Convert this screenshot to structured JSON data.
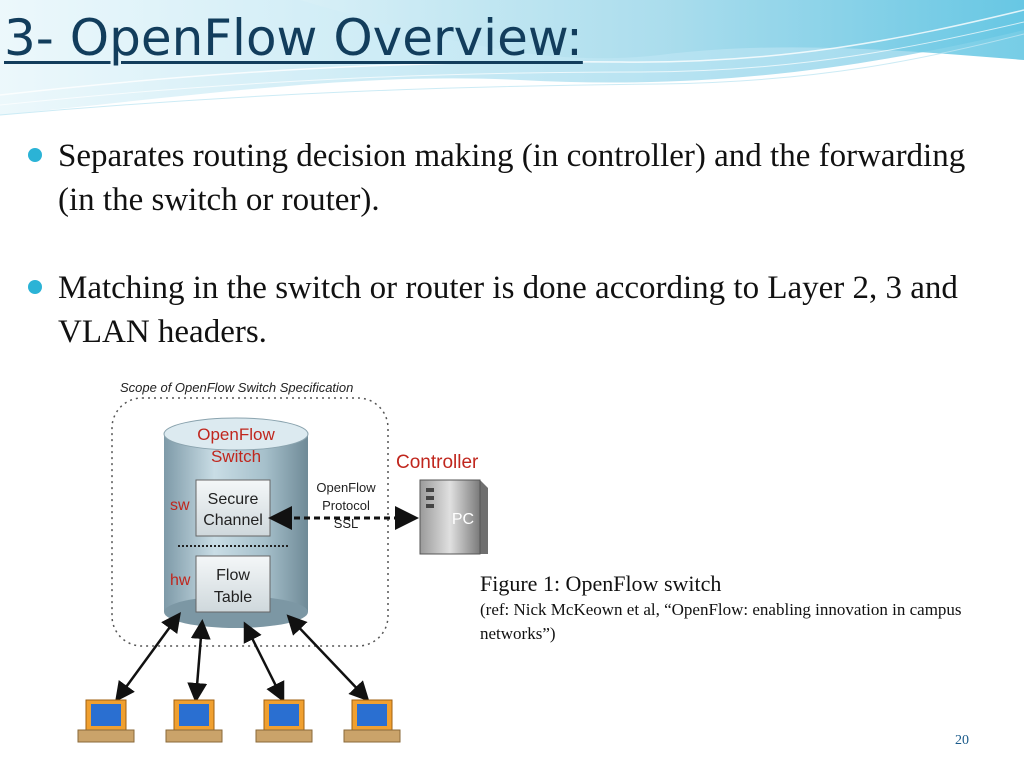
{
  "title": "3- OpenFlow Overview:",
  "bullets": [
    "Separates routing decision making (in controller) and the forwarding (in the switch or router).",
    "Matching in the switch or router is done according to Layer 2, 3 and VLAN headers."
  ],
  "figure": {
    "scope_label": "Scope of OpenFlow Switch Specification",
    "switch_label_1": "OpenFlow",
    "switch_label_2": "Switch",
    "sw_label": "sw",
    "hw_label": "hw",
    "secure_channel_1": "Secure",
    "secure_channel_2": "Channel",
    "flow_table_1": "Flow",
    "flow_table_2": "Table",
    "protocol_1": "OpenFlow",
    "protocol_2": "Protocol",
    "protocol_3": "SSL",
    "controller_label": "Controller",
    "pc_label": "PC"
  },
  "caption": {
    "main": "Figure 1: OpenFlow switch",
    "ref": "(ref: Nick McKeown et al, “OpenFlow: enabling innovation in campus networks”)"
  },
  "page_number": "20",
  "colors": {
    "accent": "#2bb3d6",
    "title": "#123d5c",
    "label_red": "#c0261d"
  }
}
